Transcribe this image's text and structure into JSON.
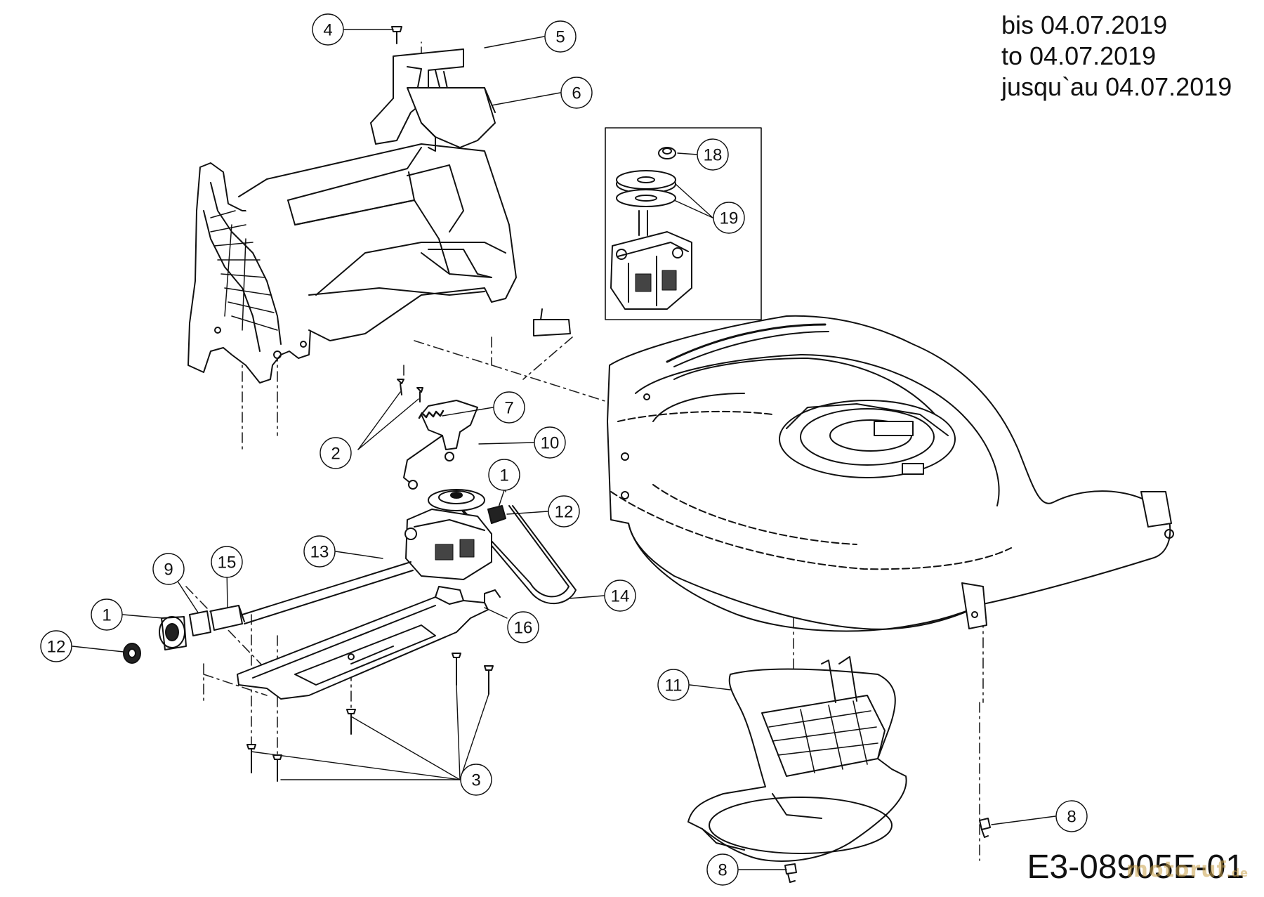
{
  "validity": {
    "de": "bis 04.07.2019",
    "en": "to 04.07.2019",
    "fr": "jusqu`au 04.07.2019"
  },
  "drawing_code": "E3-08905E-01",
  "watermark": {
    "brand": "motoruf",
    "suffix": ".de"
  },
  "callouts": [
    "1",
    "1",
    "2",
    "3",
    "4",
    "5",
    "6",
    "7",
    "8",
    "8",
    "9",
    "10",
    "11",
    "12",
    "12",
    "13",
    "14",
    "15",
    "16",
    "18",
    "19"
  ]
}
